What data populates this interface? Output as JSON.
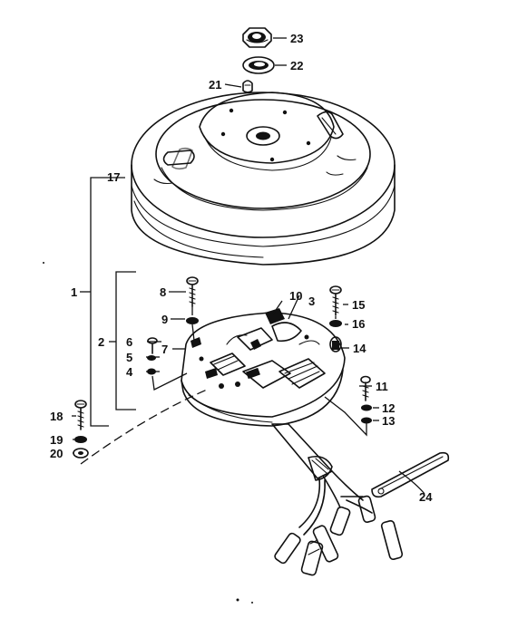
{
  "diagram": {
    "callouts": {
      "p1": "1",
      "p2": "2",
      "p3": "3",
      "p4": "4",
      "p5": "5",
      "p6": "6",
      "p7": "7",
      "p8": "8",
      "p9": "9",
      "p10": "10",
      "p11": "11",
      "p12": "12",
      "p13": "13",
      "p14": "14",
      "p15": "15",
      "p16": "16",
      "p17": "17",
      "p18": "18",
      "p19": "19",
      "p20": "20",
      "p21": "21",
      "p22": "22",
      "p23": "23",
      "p24": "24"
    },
    "colors": {
      "ink": "#111111",
      "background": "#ffffff"
    },
    "icons": [
      "flywheel",
      "stator-plate",
      "nut",
      "lock-washer",
      "woodruff-key",
      "screw",
      "washer",
      "wire-harness",
      "cable-clamp"
    ]
  }
}
